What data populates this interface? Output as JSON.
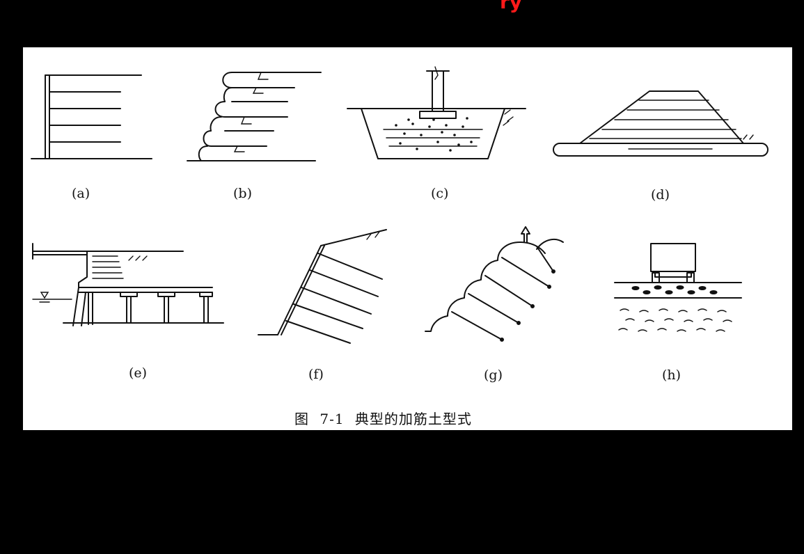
{
  "header_fragment": "ry",
  "figure": {
    "caption": "图 7-1 典型的加筋土型式",
    "panels": [
      {
        "id": "a",
        "label": "(a)"
      },
      {
        "id": "b",
        "label": "(b)"
      },
      {
        "id": "c",
        "label": "(c)"
      },
      {
        "id": "d",
        "label": "(d)"
      },
      {
        "id": "e",
        "label": "(e)"
      },
      {
        "id": "f",
        "label": "(f)"
      },
      {
        "id": "g",
        "label": "(g)"
      },
      {
        "id": "h",
        "label": "(h)"
      }
    ]
  },
  "colors": {
    "background": "#000000",
    "panel": "#ffffff",
    "ink": "#111111",
    "header_text": "#ff1a1a"
  }
}
